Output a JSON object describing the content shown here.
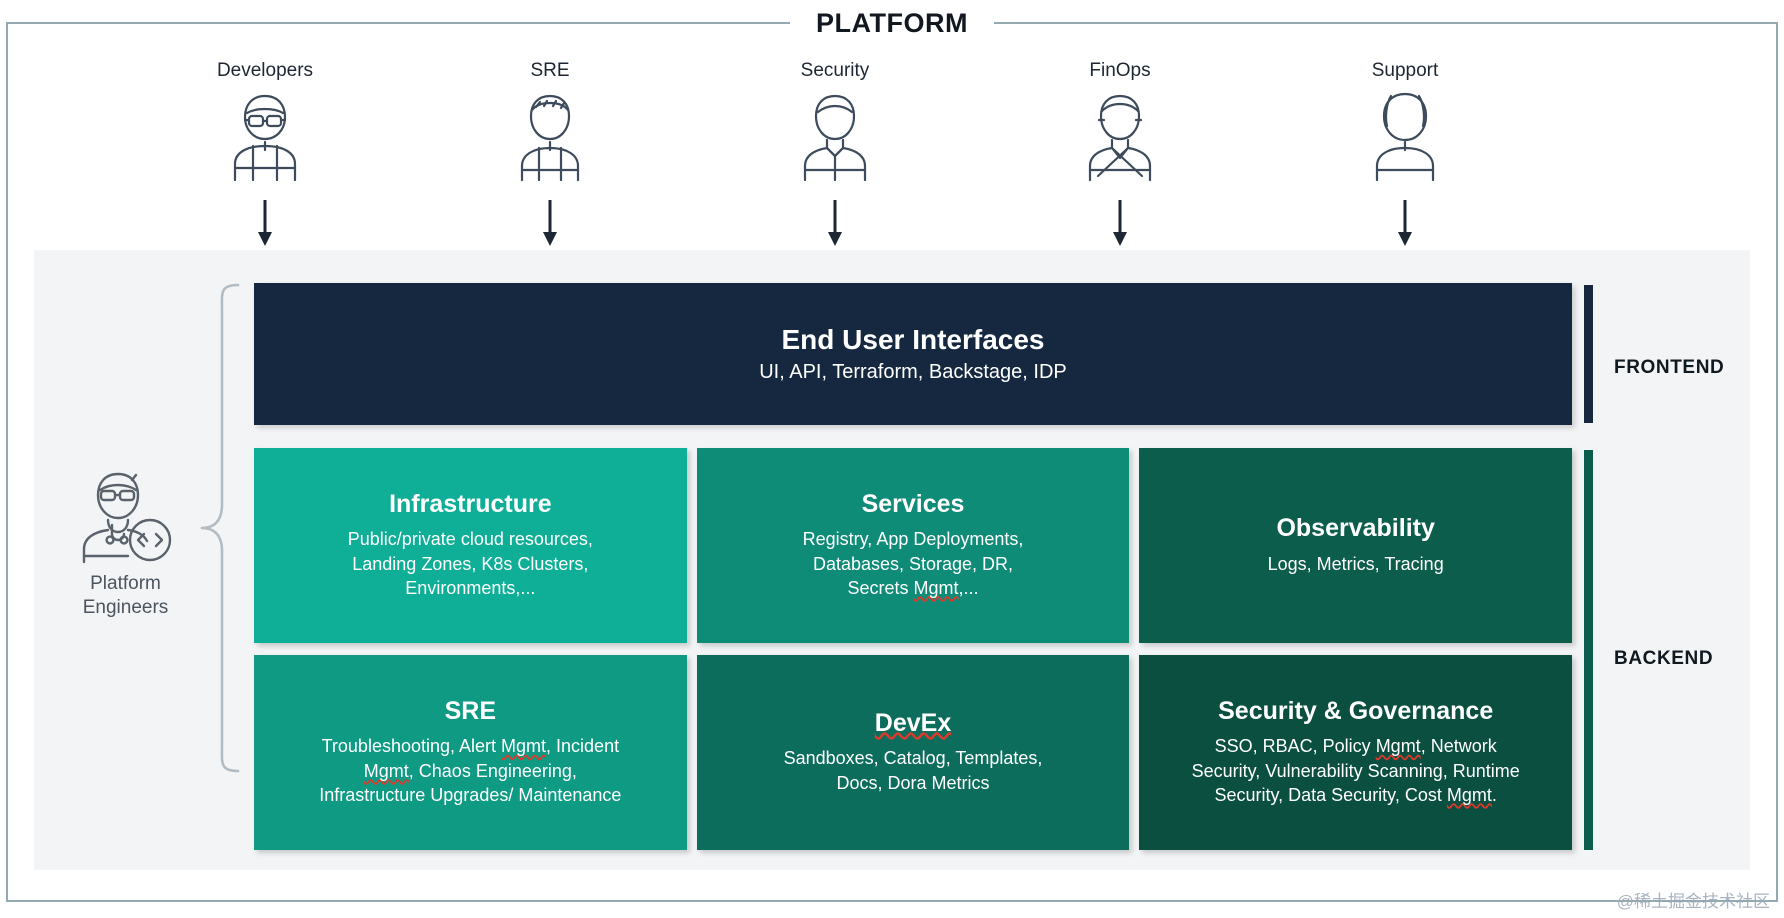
{
  "header": {
    "title": "PLATFORM",
    "rule_color": "#93aab3"
  },
  "personas": [
    {
      "label": "Developers",
      "icon": "person-glasses-icon"
    },
    {
      "label": "SRE",
      "icon": "person-short-hair-icon"
    },
    {
      "label": "Security",
      "icon": "person-suit-icon"
    },
    {
      "label": "FinOps",
      "icon": "person-business-icon"
    },
    {
      "label": "Support",
      "icon": "person-headset-icon"
    }
  ],
  "platform_engineers": {
    "label_line1": "Platform",
    "label_line2": "Engineers",
    "icon": "engineer-code-icon"
  },
  "frontend": {
    "title": "End User Interfaces",
    "subtitle": "UI, API, Terraform, Backstage, IDP",
    "color": "#16283f"
  },
  "backend": {
    "row1": [
      {
        "title": "Infrastructure",
        "subtitle_lines": [
          "Public/private cloud resources,",
          "Landing Zones, K8s Clusters,",
          "Environments,..."
        ],
        "color": "#0fae96"
      },
      {
        "title": "Services",
        "subtitle_lines": [
          "Registry, App Deployments,",
          "Databases, Storage, DR,",
          "Secrets Mgmt,..."
        ],
        "color": "#0e8c78"
      },
      {
        "title": "Observability",
        "subtitle_lines": [
          "Logs, Metrics, Tracing"
        ],
        "color": "#0c5d4c"
      }
    ],
    "row2": [
      {
        "title": "SRE",
        "subtitle_lines": [
          "Troubleshooting, Alert Mgmt, Incident",
          "Mgmt, Chaos Engineering,",
          "Infrastructure Upgrades/ Maintenance"
        ],
        "color": "#0e9a83"
      },
      {
        "title": "DevEx",
        "subtitle_lines": [
          "Sandboxes, Catalog, Templates,",
          "Docs, Dora Metrics"
        ],
        "color": "#0d6d5c"
      },
      {
        "title": "Security & Governance",
        "subtitle_lines": [
          "SSO, RBAC, Policy Mgmt, Network",
          "Security, Vulnerability Scanning, Runtime",
          "Security, Data Security, Cost Mgmt."
        ],
        "color": "#0b4f40"
      }
    ]
  },
  "side_labels": {
    "frontend": "FRONTEND",
    "backend": "BACKEND"
  },
  "watermark": "@稀土掘金技术社区"
}
